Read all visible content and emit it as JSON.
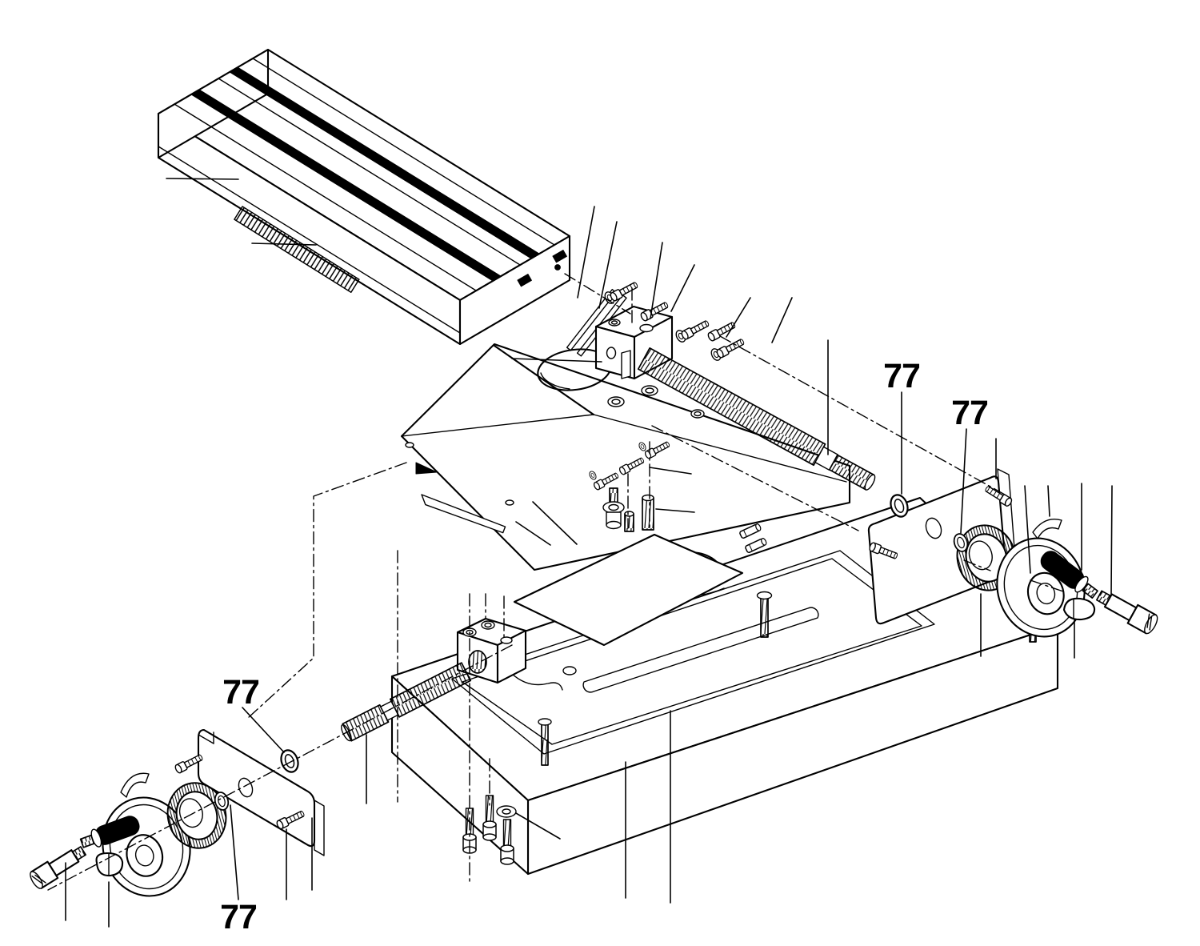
{
  "figure": {
    "kind": "exploded parts diagram",
    "subject": "cross-slide milling table assembly",
    "background_color": "#ffffff",
    "line_color": "#000000"
  },
  "callouts": [
    {
      "label": "77",
      "position": "upper-right",
      "points_to": "o-ring at right end of cross lead screw"
    },
    {
      "label": "77",
      "position": "upper-right-2",
      "points_to": "washer between right end plate and dial"
    },
    {
      "label": "77",
      "position": "middle-left",
      "points_to": "o-ring at left end of longitudinal lead screw"
    },
    {
      "label": "77",
      "position": "bottom-left",
      "points_to": "washer between left end plate and dial"
    }
  ],
  "parts_depicted": [
    "t-slot table",
    "table scale strip",
    "saddle",
    "saddle gib",
    "upper feed-nut block",
    "cross lead screw",
    "base",
    "base cover plate",
    "lower feed-nut block",
    "longitudinal lead screw",
    "right end plate",
    "left end plate",
    "graduated dial (x2)",
    "handwheel (x2)",
    "folding handle (x2)",
    "handwheel cap screw (x2)",
    "key (x2)",
    "o-ring (x2)",
    "washer (x2)",
    "assorted screws and washers",
    "dowel pins"
  ]
}
